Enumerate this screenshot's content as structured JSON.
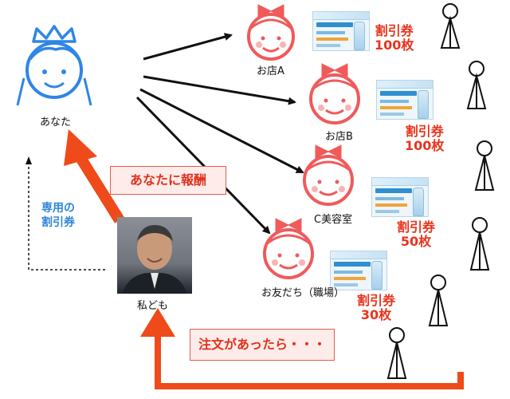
{
  "you": {
    "label": "あなた"
  },
  "us": {
    "label": "私ども"
  },
  "shops": [
    {
      "name": "お店A",
      "coupon": "割引券\n100枚"
    },
    {
      "name": "お店B",
      "coupon": "割引券\n100枚"
    },
    {
      "name": "C美容室",
      "coupon": "割引券\n50枚"
    },
    {
      "name": "お友だち（職場）",
      "coupon": "割引券\n30枚"
    }
  ],
  "callouts": {
    "reward": "あなたに報酬",
    "order": "注文があったら・・・"
  },
  "dedicated_coupon": "専用の\n割引券",
  "colors": {
    "you_icon": "#2f86e6",
    "shop_icon": "#f05a5a",
    "arrow_red": "#ef4a1a",
    "accent_text": "#e8341c",
    "note_blue": "#2f86d6"
  }
}
